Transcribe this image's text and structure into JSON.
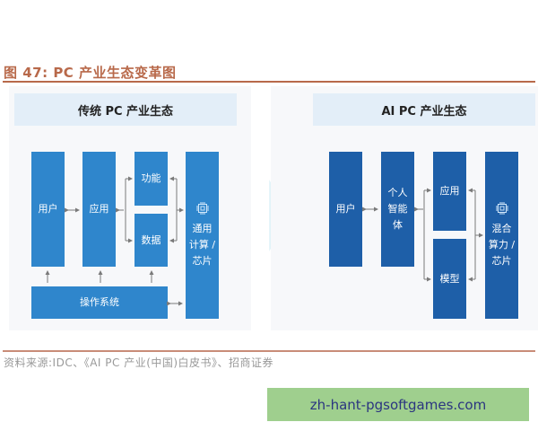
{
  "figure": {
    "title": "图 47:  PC 产业生态变革图",
    "source": "资料来源:IDC、《AI PC 产业(中国)白皮书》、招商证券"
  },
  "left_panel": {
    "title": "传统 PC 产业生态",
    "blocks": {
      "user": "用户",
      "app": "应用",
      "function": "功能",
      "data": "数据",
      "compute_line1": "通用",
      "compute_line2": "计算 /",
      "compute_line3": "芯片",
      "os": "操作系统"
    }
  },
  "right_panel": {
    "title": "AI PC 产业生态",
    "blocks": {
      "user": "用户",
      "agent_line1": "个人",
      "agent_line2": "智能",
      "agent_line3": "体",
      "app": "应用",
      "model": "模型",
      "compute_line1": "混合",
      "compute_line2": "算力 /",
      "compute_line3": "芯片"
    }
  },
  "watermark": "zh-hant-pgsoftgames.com",
  "colors": {
    "title": "#b8694a",
    "left_block": "#2f86cc",
    "right_block": "#1e5fa8",
    "banner": "#e3eef8",
    "arrow": "#7a7a7a",
    "transition_arrow": "#4fc3c9",
    "watermark_bg": "#9fcf8e",
    "watermark_text": "#2b3580"
  }
}
